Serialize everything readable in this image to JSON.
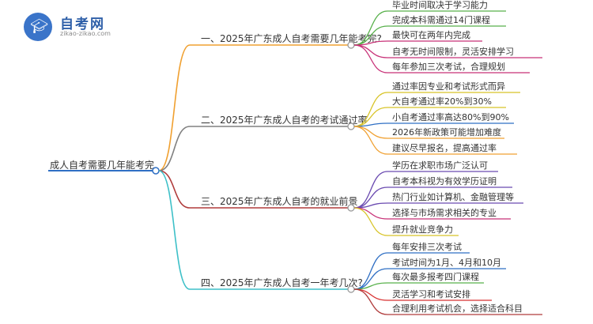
{
  "logo": {
    "name": "自考网",
    "url": "zikao-zikao.com",
    "icon": "graduation-cap-icon"
  },
  "root": {
    "label": "成人自考需要几年能考完",
    "color": "#2f6fc4"
  },
  "branches": [
    {
      "label": "一、2025年广东成人自考需要几年能考完?",
      "color": "#f0a030",
      "children": [
        {
          "label": "毕业时间取决于学习能力",
          "color": "#57b04a"
        },
        {
          "label": "完成本科需通过14门课程",
          "color": "#57b04a"
        },
        {
          "label": "最快可在两年内完成",
          "color": "#c83278"
        },
        {
          "label": "自考无时间限制，灵活安排学习",
          "color": "#c83278"
        },
        {
          "label": "每年参加三次考试，合理规划",
          "color": "#c83278"
        }
      ]
    },
    {
      "label": "二、2025年广东成人自考的考试通过率",
      "color": "#808080",
      "children": [
        {
          "label": "通过率因专业和考试形式而异",
          "color": "#d8c428"
        },
        {
          "label": "大自考通过率20%到30%",
          "color": "#d8c428"
        },
        {
          "label": "小自考通过率高达80%到90%",
          "color": "#2f6fc4"
        },
        {
          "label": "2026年新政策可能增加难度",
          "color": "#f0a030"
        },
        {
          "label": "建议尽早报名，提高通过率",
          "color": "#f0a030"
        }
      ]
    },
    {
      "label": "三、2025年广东成人自考的就业前景",
      "color": "#b03c3c",
      "children": [
        {
          "label": "学历在求职市场广泛认可",
          "color": "#6a4ab0"
        },
        {
          "label": "自考本科视为有效学历证明",
          "color": "#6a4ab0"
        },
        {
          "label": "热门行业如计算机、金融管理等",
          "color": "#6a4ab0"
        },
        {
          "label": "选择与市场需求相关的专业",
          "color": "#c83278"
        },
        {
          "label": "提升就业竞争力",
          "color": "#d8c428"
        }
      ]
    },
    {
      "label": "四、2025年广东成人自考一年考几次?",
      "color": "#3ec0c8",
      "children": [
        {
          "label": "每年安排三次考试",
          "color": "#2f6fc4"
        },
        {
          "label": "考试时间为1月、4月和10月",
          "color": "#2f6fc4"
        },
        {
          "label": "每次最多报考四门课程",
          "color": "#57b04a"
        },
        {
          "label": "灵活学习和考试安排",
          "color": "#d83030"
        },
        {
          "label": "合理利用考试机会，选择适合科目",
          "color": "#b03c3c"
        }
      ]
    }
  ]
}
